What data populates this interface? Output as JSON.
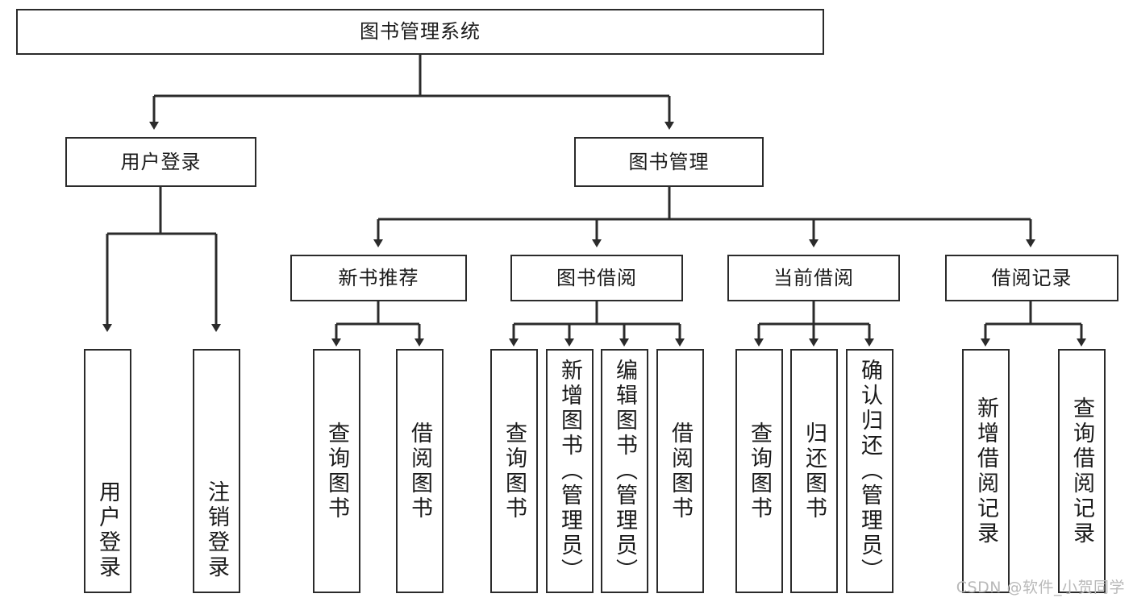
{
  "diagram": {
    "title": "图书管理系统",
    "type": "tree-hierarchy-chart",
    "colors": {
      "box_border": "#2b2b2b",
      "box_fill": "#ffffff",
      "edge": "#2b2b2b",
      "text": "#1a1a1a",
      "watermark": "#b9b9b9",
      "background": "#ffffff"
    },
    "root": {
      "label": "图书管理系统"
    },
    "level2": [
      {
        "label": "用户登录"
      },
      {
        "label": "图书管理"
      }
    ],
    "level3": [
      {
        "label": "新书推荐"
      },
      {
        "label": "图书借阅"
      },
      {
        "label": "当前借阅"
      },
      {
        "label": "借阅记录"
      }
    ],
    "leaves": {
      "user_login": [
        {
          "label": "用户登录"
        },
        {
          "label": "注销登录"
        }
      ],
      "new_book_recommend": [
        {
          "label": "查询图书"
        },
        {
          "label": "借阅图书"
        }
      ],
      "book_borrow": [
        {
          "label": "查询图书"
        },
        {
          "label": "新增图书（管理员）"
        },
        {
          "label": "编辑图书（管理员）"
        },
        {
          "label": "借阅图书"
        }
      ],
      "current_borrow": [
        {
          "label": "查询图书"
        },
        {
          "label": "归还图书"
        },
        {
          "label": "确认归还（管理员）"
        }
      ],
      "borrow_record": [
        {
          "label": "新增借阅记录"
        },
        {
          "label": "查询借阅记录"
        }
      ]
    }
  },
  "watermark": {
    "text": "CSDN @软件_小贺同学"
  }
}
